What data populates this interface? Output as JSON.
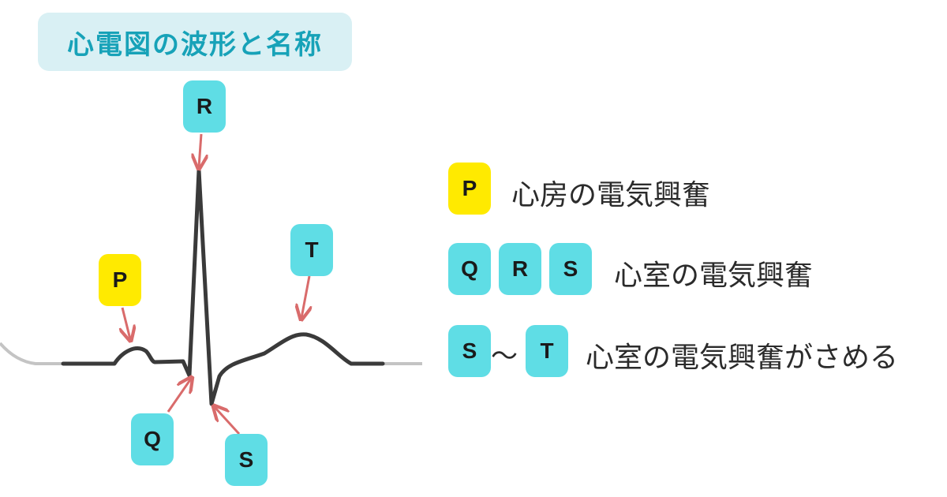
{
  "title": "心電図の波形と名称",
  "waves": {
    "p": "P",
    "q": "Q",
    "r": "R",
    "s": "S",
    "t": "T"
  },
  "legend": {
    "p_badge": "P",
    "p_text": "心房の電気興奮",
    "qrs_badges": [
      "Q",
      "R",
      "S"
    ],
    "qrs_text": "心室の電気興奮",
    "st_start": "S",
    "st_tilde": "～",
    "st_end": "T",
    "st_text": "心室の電気興奮がさめる"
  },
  "colors": {
    "cyan": "#5fdde5",
    "yellow": "#ffea00",
    "arrow": "#d96b6b",
    "trace": "#3a3a3a",
    "baseline_grey": "#c4c4c4",
    "title_bg": "#d9f0f4",
    "title_text": "#17a2b8"
  }
}
